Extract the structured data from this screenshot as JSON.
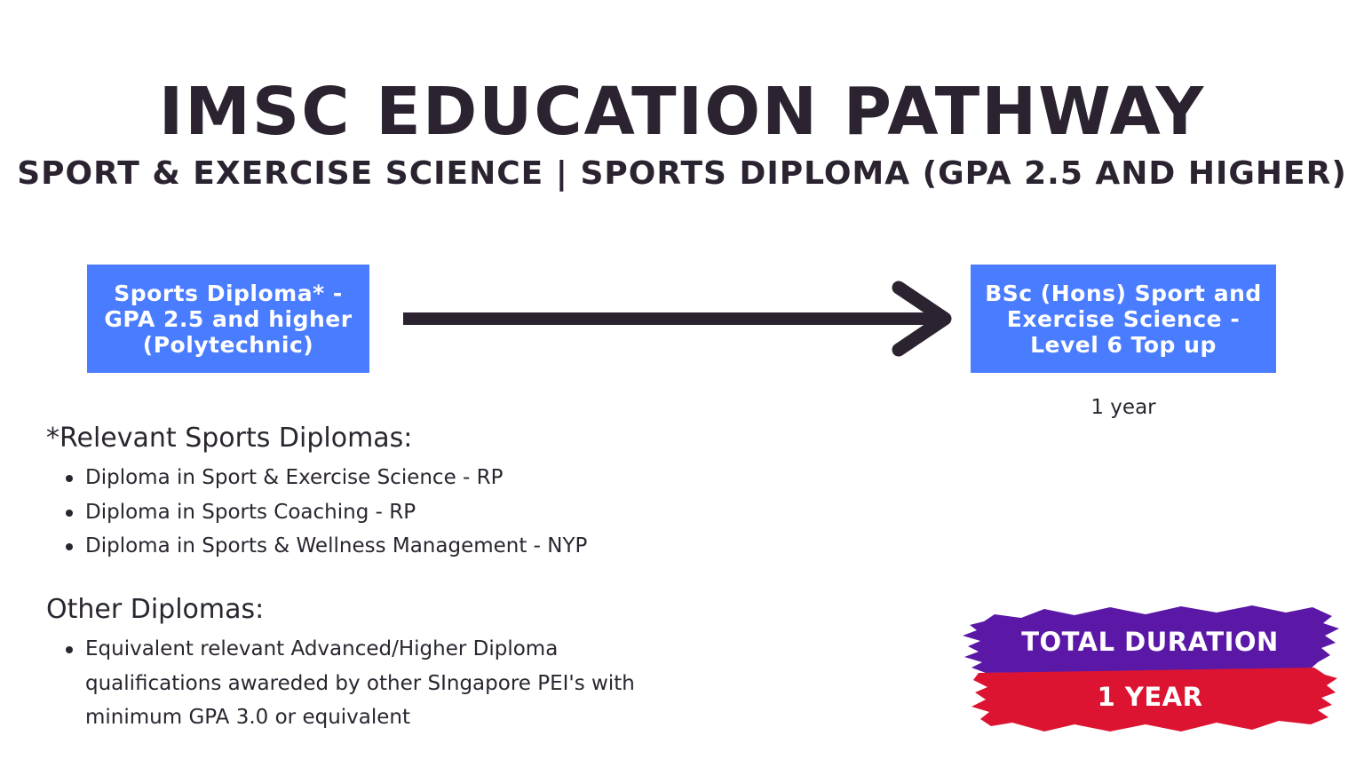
{
  "header": {
    "title": "IMSC EDUCATION PATHWAY",
    "subtitle": "SPORT & EXERCISE SCIENCE | SPORTS DIPLOMA (GPA 2.5 AND HIGHER)"
  },
  "pathway": {
    "start": {
      "lines": [
        "Sports Diploma* -",
        "GPA 2.5 and higher",
        "(Polytechnic)"
      ]
    },
    "end": {
      "lines": [
        "BSc (Hons) Sport and",
        "Exercise Science -",
        "Level 6 Top up"
      ],
      "duration": "1 year"
    }
  },
  "relevant": {
    "heading": "*Relevant Sports Diplomas:",
    "items": [
      "Diploma in Sport & Exercise Science - RP",
      "Diploma in Sports Coaching - RP",
      "Diploma in Sports & Wellness Management - NYP"
    ]
  },
  "other": {
    "heading": "Other Diplomas:",
    "items": [
      "Equivalent relevant Advanced/Higher Diploma qualifications awareded by other SIngapore PEI's with minimum GPA 3.0 or equivalent"
    ]
  },
  "total": {
    "label": "TOTAL DURATION",
    "value": "1 YEAR"
  },
  "colors": {
    "box_blue": "#4a7cff",
    "badge_purple": "#5b17a6",
    "badge_red": "#dc1432",
    "text_dark": "#2b2330"
  }
}
